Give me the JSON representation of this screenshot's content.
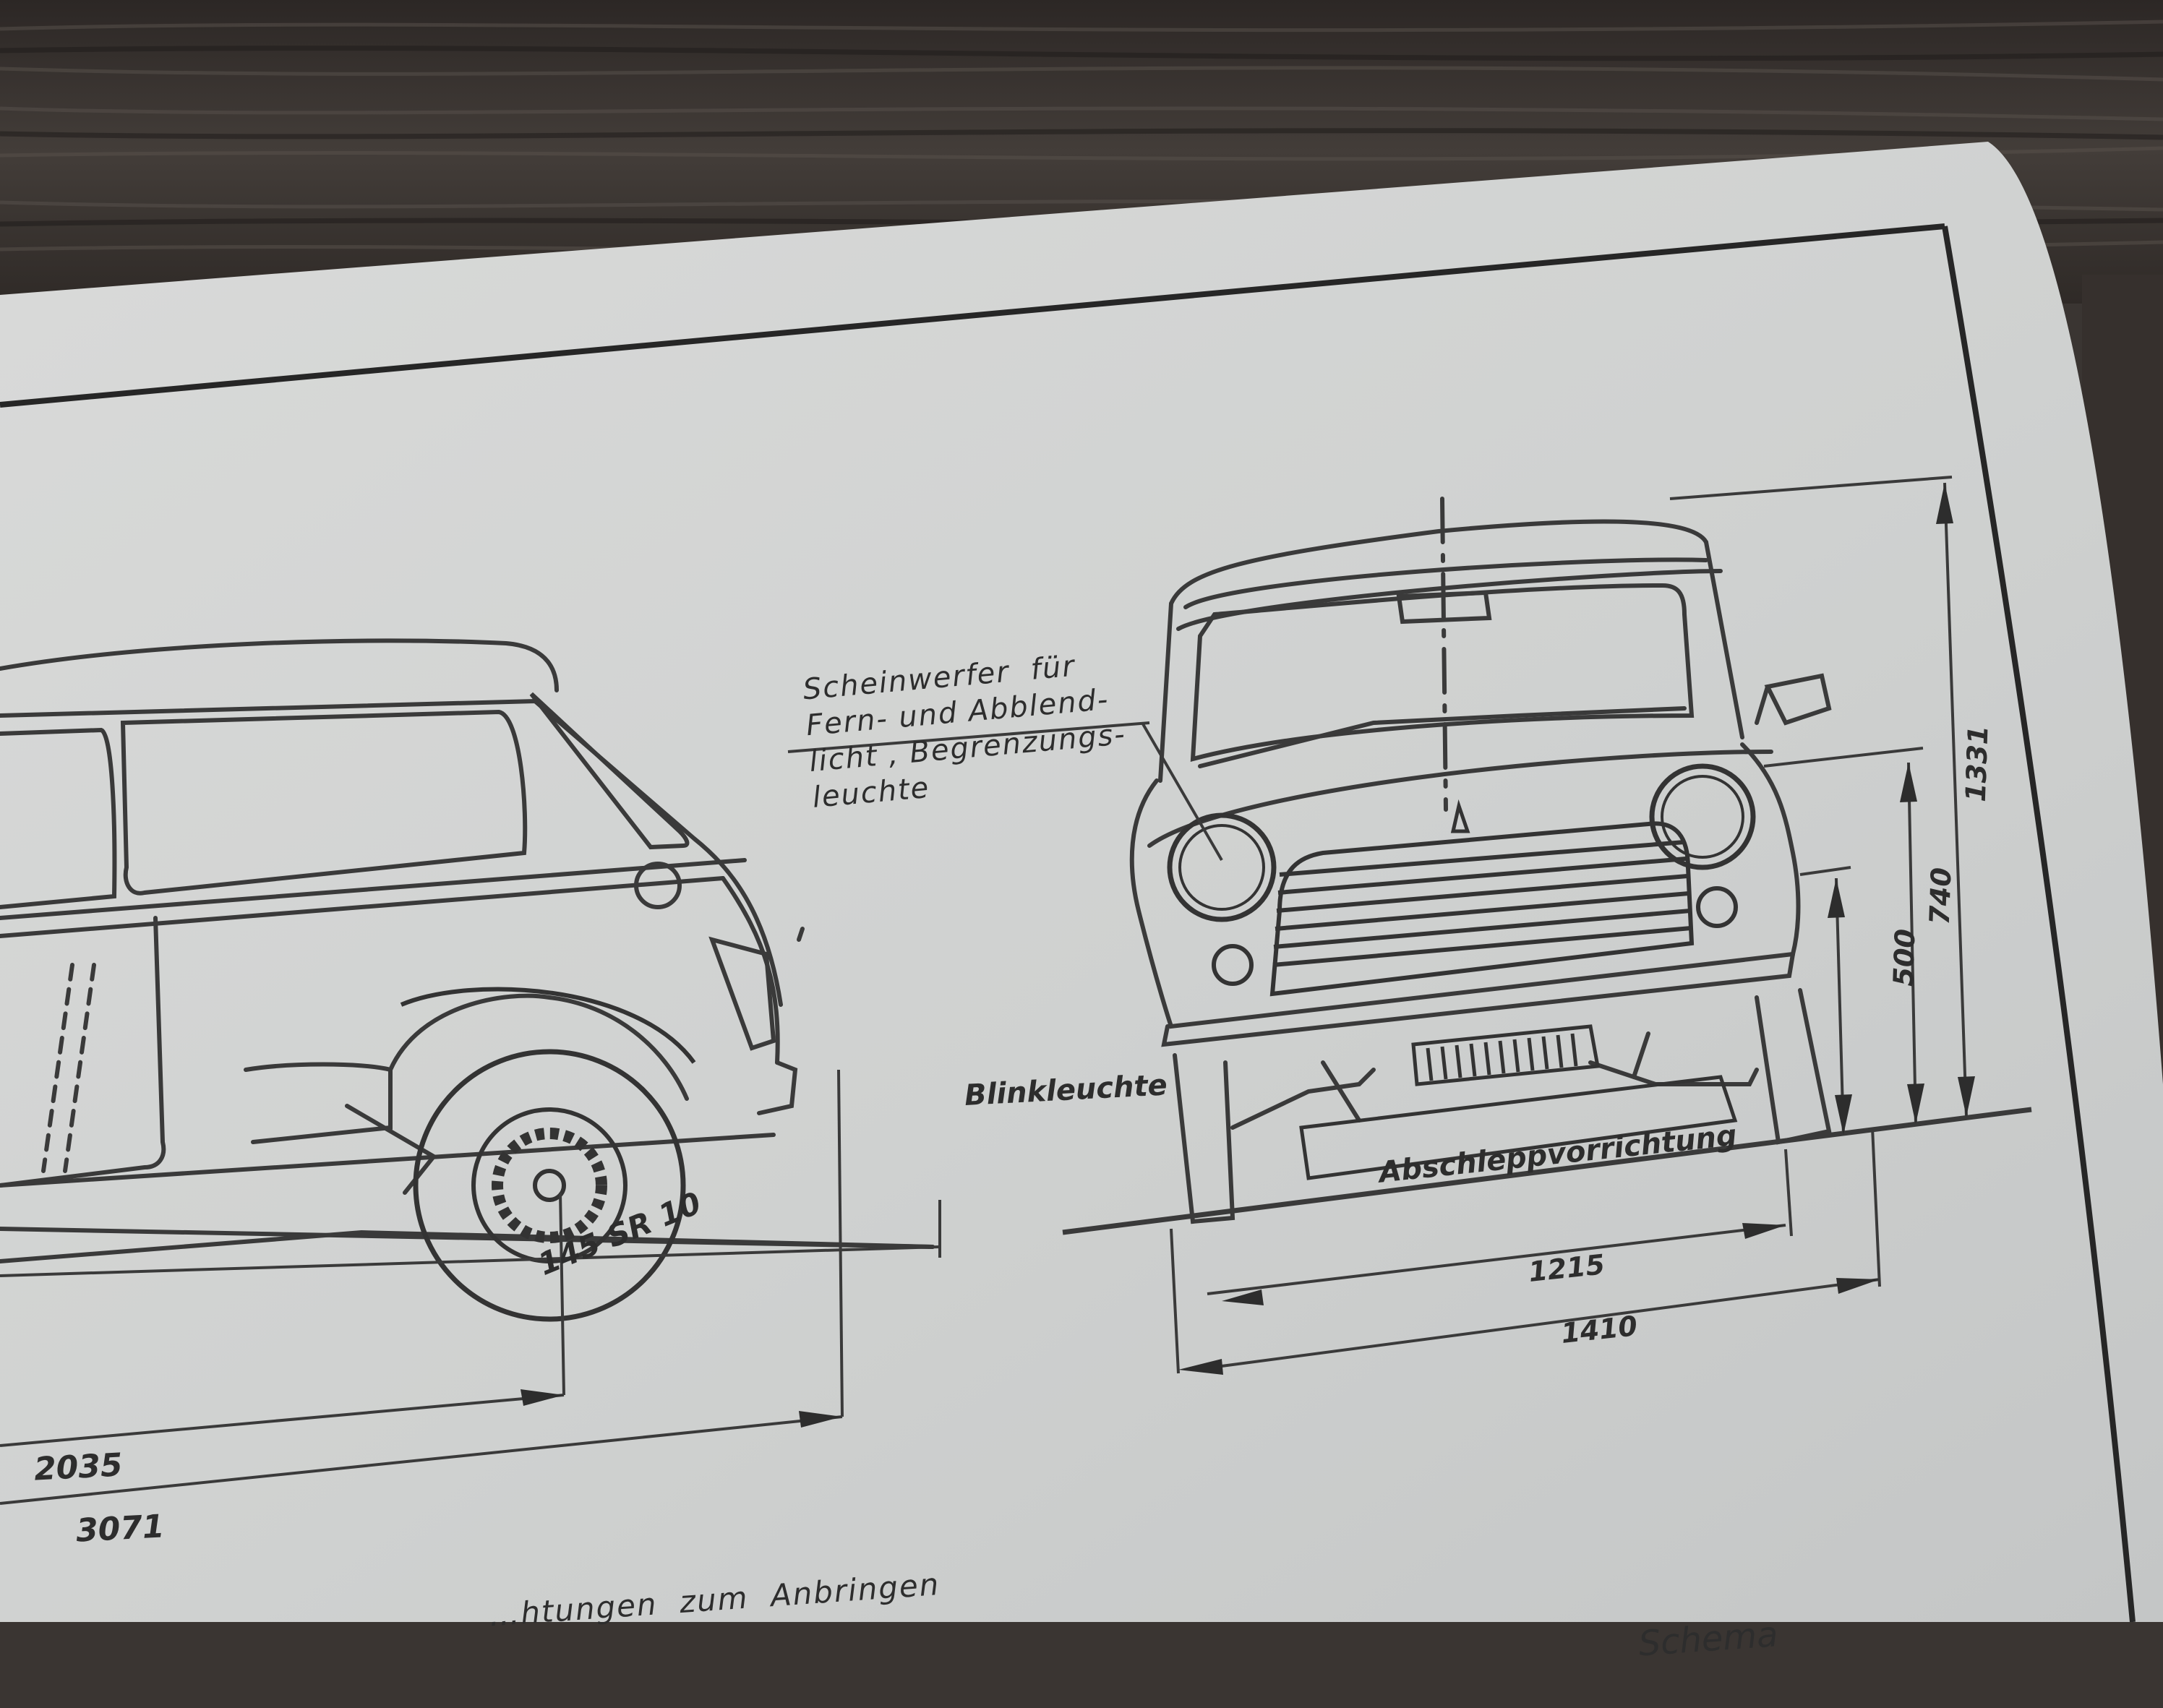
{
  "photo": {
    "subject": "photographed printed technical drawing of a small car",
    "background_colors": {
      "table_dark": "#2f2a27",
      "table_light": "#4a4440",
      "paper": "#d2d4d3",
      "ink": "#2d2d2d"
    }
  },
  "drawing": {
    "callout_headlamp": "Scheinwerfer  für\nFern- und Abblend-\nlicht , Begrenzungs-\nleuchte",
    "label_turn_signal": "Blinkleuchte",
    "label_tow_device": "Abschleppvorrichtung",
    "tire_marking": "145 SR 10",
    "dimensions": {
      "track_rear": "1215",
      "overall_width": "1410",
      "height_1331": "1331",
      "height_740": "740",
      "height_500": "500",
      "side_2035": "2035",
      "side_3071": "3071"
    },
    "footer_left": "…htungen  zum  Anbringen",
    "footer_right": "Schema"
  }
}
